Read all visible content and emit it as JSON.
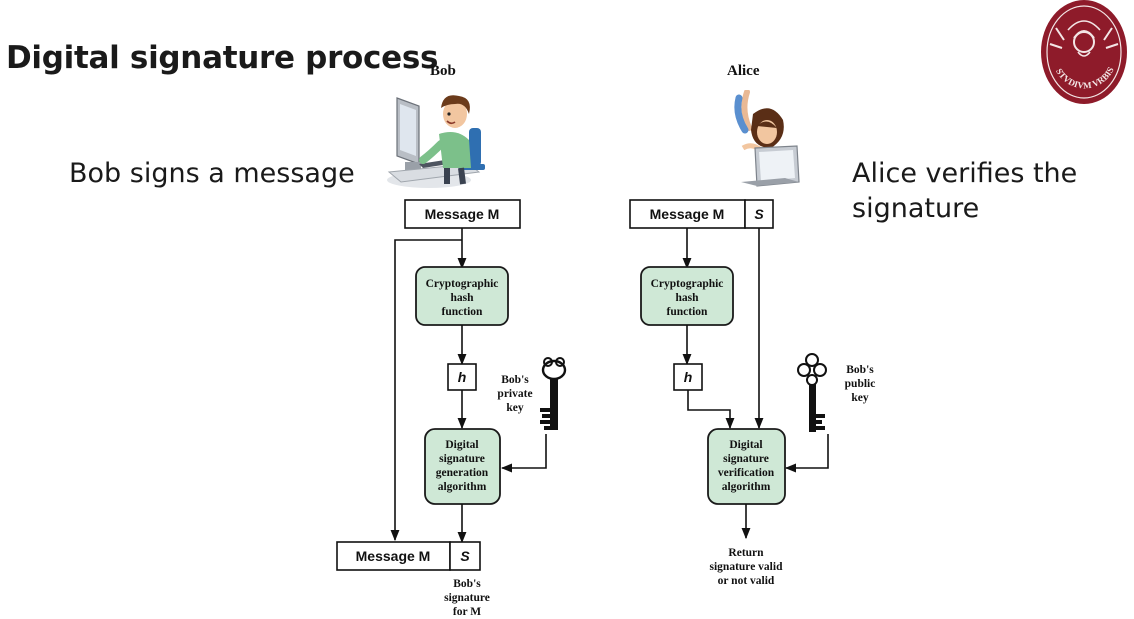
{
  "slide": {
    "title": "Digital signature process",
    "left_caption": "Bob signs a message",
    "right_caption": [
      "Alice verifies the",
      "signature"
    ]
  },
  "logo": {
    "name": "university-seal",
    "text": "STVDIVM VRBIS",
    "color": "#8e1b2a"
  },
  "colors": {
    "node_fill": "#cfe8d6",
    "node_stroke": "#1a1a1a",
    "line": "#111111"
  },
  "bob": {
    "name": "Bob",
    "message_box": "Message M",
    "hash_node": [
      "Cryptographic",
      "hash",
      "function"
    ],
    "hash_value": "h",
    "key_note": [
      "Bob's",
      "private",
      "key"
    ],
    "algo_node": [
      "Digital",
      "signature",
      "generation",
      "algorithm"
    ],
    "output_message": "Message M",
    "output_signature": "S",
    "signature_note": [
      "Bob's",
      "signature",
      "for M"
    ]
  },
  "alice": {
    "name": "Alice",
    "message_box": "Message M",
    "signature_box": "S",
    "hash_node": [
      "Cryptographic",
      "hash",
      "function"
    ],
    "hash_value": "h",
    "key_note": [
      "Bob's",
      "public",
      "key"
    ],
    "algo_node": [
      "Digital",
      "signature",
      "verification",
      "algorithm"
    ],
    "result_note": [
      "Return",
      "signature valid",
      "or not valid"
    ]
  }
}
